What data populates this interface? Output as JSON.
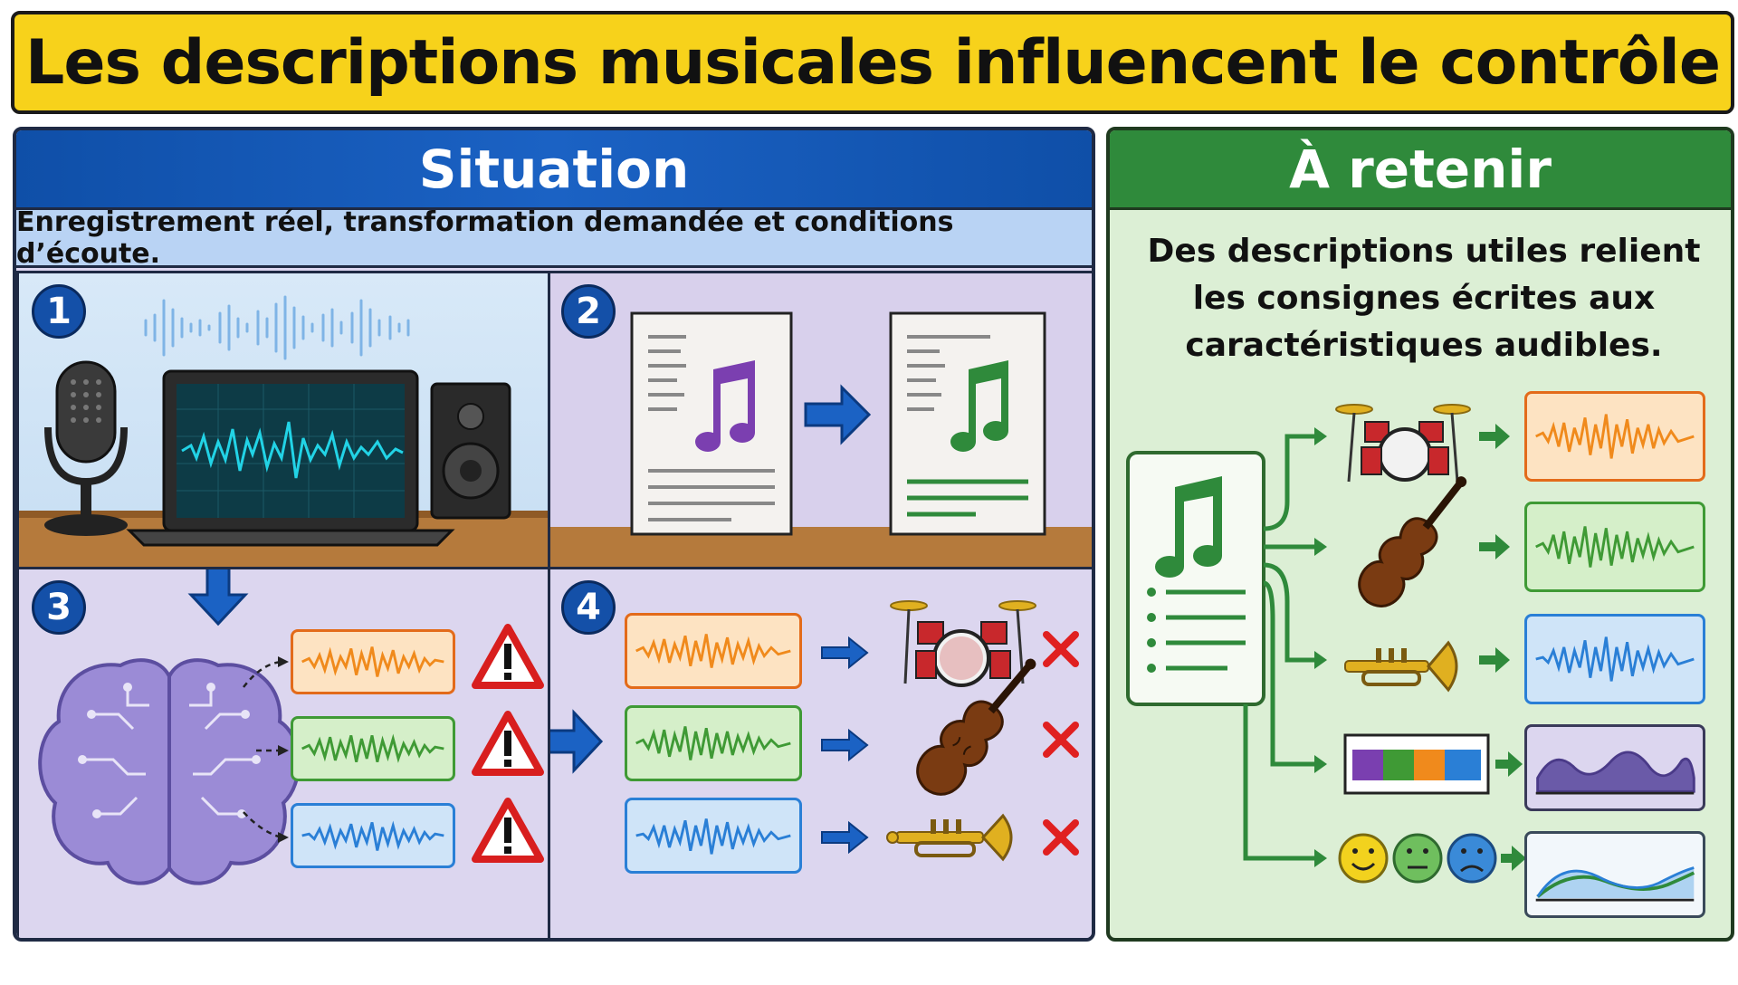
{
  "title": "Les descriptions musicales influencent le contrôle",
  "situation": {
    "header": "Situation",
    "subtitle": "Enregistrement réel, transformation demandée et conditions d’écoute.",
    "steps": [
      "1",
      "2",
      "3",
      "4"
    ]
  },
  "retenir": {
    "header": "À retenir",
    "text": "Des descriptions utiles relient les consignes écrites aux caractéristiques audibles."
  },
  "colors": {
    "title_bg": "#f7d21b",
    "situation_header": "#1450a8",
    "retenir_header": "#2f8a3b",
    "wave_orange": "#f08a1c",
    "wave_green": "#3f9a35",
    "wave_blue": "#2a7fd6",
    "error_red": "#e02020"
  }
}
